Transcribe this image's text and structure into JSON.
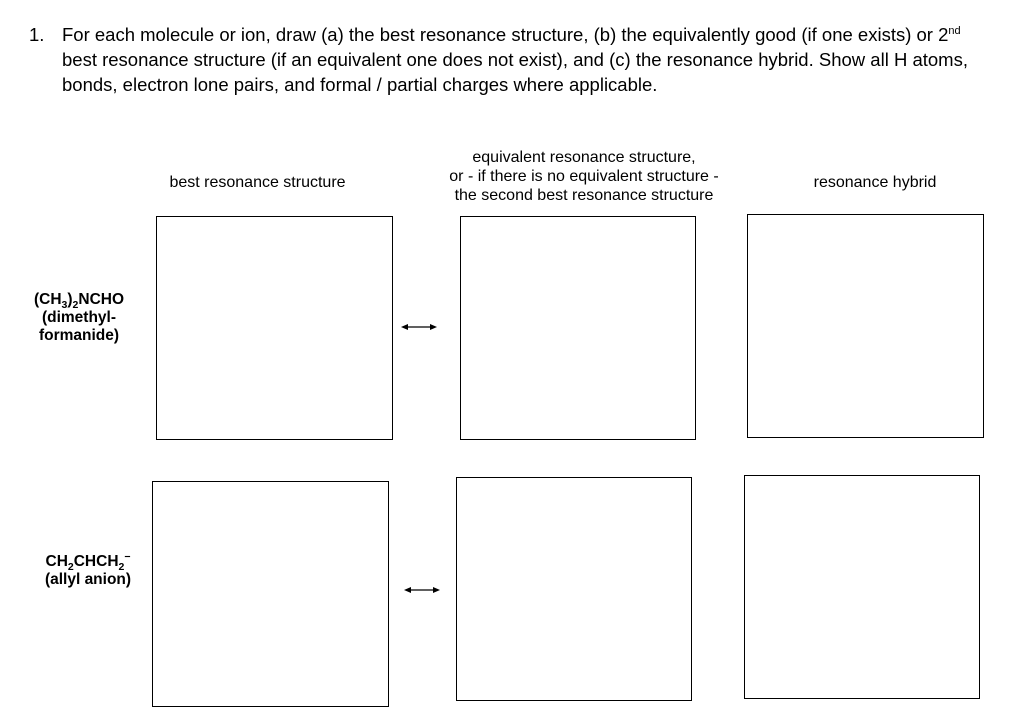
{
  "question": {
    "number": "1.",
    "part1": "For each molecule or ion, draw (a) the best resonance structure, (b) the equivalently good (if one exists) or 2",
    "sup": "nd",
    "part2": " best resonance structure (if an equivalent one does not exist), and (c) the resonance hybrid.  Show all H atoms, bonds, electron lone pairs, and formal / partial charges where applicable."
  },
  "columns": {
    "best": "best resonance structure",
    "equivalent": [
      "equivalent resonance structure,",
      "or - if there is no equivalent structure -",
      "the second best resonance structure"
    ],
    "hybrid": "resonance hybrid"
  },
  "rows": [
    {
      "formula": {
        "a": "(CH",
        "b": "3",
        "c": ")",
        "d": "2",
        "e": "NCHO"
      },
      "name_lines": [
        "(dimethyl-",
        "formanide)"
      ]
    },
    {
      "formula": {
        "a": "CH",
        "b": "2",
        "c": "CHCH",
        "d": "2",
        "e": "−"
      },
      "name_lines": [
        "(allyl anion)"
      ]
    }
  ],
  "icons": {
    "resonance_arrow": "double-headed-arrow-icon"
  }
}
